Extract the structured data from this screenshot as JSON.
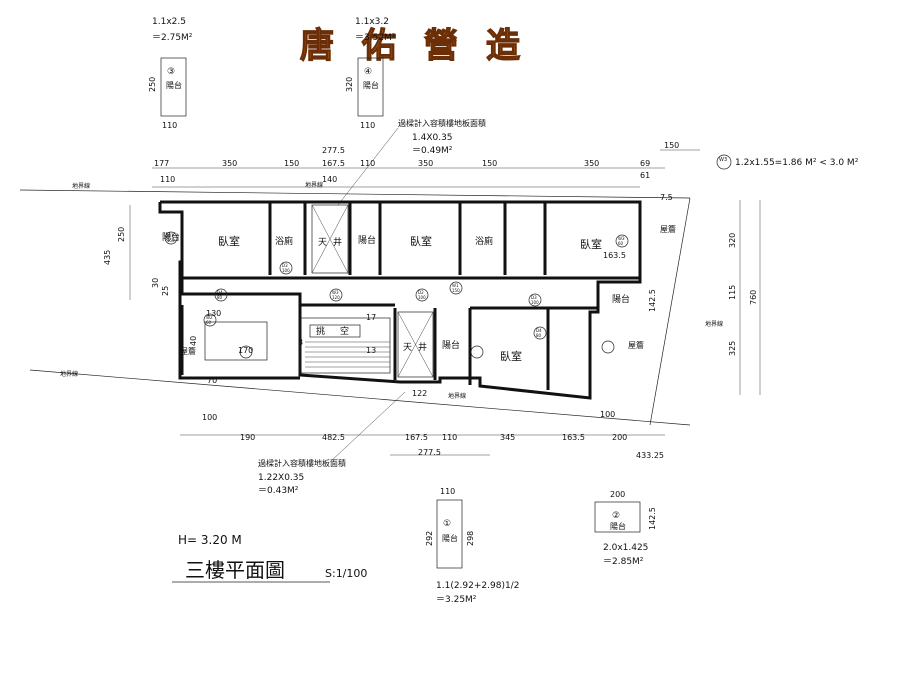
{
  "header": {
    "title": "唐佑營造"
  },
  "drawing": {
    "height_note": "H= 3.20 M",
    "plan_title": "三樓平面圖",
    "scale": "S:1/100"
  },
  "balconies": [
    {
      "num": "③",
      "label": "陽台",
      "formula": "1.1x2.5",
      "area": "＝2.75M²",
      "width": "110",
      "height": "250"
    },
    {
      "num": "④",
      "label": "陽台",
      "formula": "1.1x3.2",
      "area": "＝3.52M²",
      "width": "110",
      "height": "320"
    },
    {
      "num": "①",
      "label": "陽台",
      "formula": "1.1(2.92+2.98)1/2",
      "area": "＝3.25M²",
      "width": "110",
      "height_left": "292",
      "height_right": "298"
    },
    {
      "num": "②",
      "label": "陽台",
      "formula": "2.0x1.425",
      "area": "＝2.85M²",
      "width": "200",
      "height": "142.5"
    }
  ],
  "notes": {
    "top_note": "過樑計入容積樓地板面積",
    "top_formula": "1.4X0.35",
    "top_area": "＝0.49M²",
    "bottom_note": "過樑計入容積樓地板面積",
    "bottom_formula": "1.22X0.35",
    "bottom_area": "＝0.43M²",
    "w3_formula": "1.2x1.55=1.86 M² < 3.0 M²"
  },
  "rooms": {
    "bedroom": "臥室",
    "bath": "浴廁",
    "balcony": "陽台",
    "lightwell_a": "天",
    "lightwell_b": "井",
    "roof_eave": "屋簷",
    "stair_a": "挑",
    "stair_b": "空",
    "lot_line": "地界線",
    "lot_line_2": "地界線"
  },
  "dims_top": [
    "177",
    "350",
    "150",
    "167.5",
    "110",
    "350",
    "150",
    "350",
    "69",
    "150",
    "110",
    "140",
    "277.5",
    "61",
    "7.5"
  ],
  "dims_bottom": [
    "190",
    "482.5",
    "167.5",
    "110",
    "345",
    "163.5",
    "200",
    "433.25",
    "277.5",
    "100",
    "70",
    "100",
    "122"
  ],
  "dims_left": [
    "250",
    "435",
    "30",
    "25",
    "130",
    "170",
    "40"
  ],
  "dims_right": [
    "320",
    "115",
    "760",
    "325",
    "142.5",
    "163.5"
  ],
  "door_tags": [
    "W1\n150",
    "D3\n100",
    "D4\n80",
    "W2\n60",
    "W3\n120",
    "D2\n100",
    "W1\n150",
    "D3\n100",
    "D4\n80",
    "W3\n60"
  ],
  "stair_numbers": [
    "17",
    "13",
    "3"
  ]
}
